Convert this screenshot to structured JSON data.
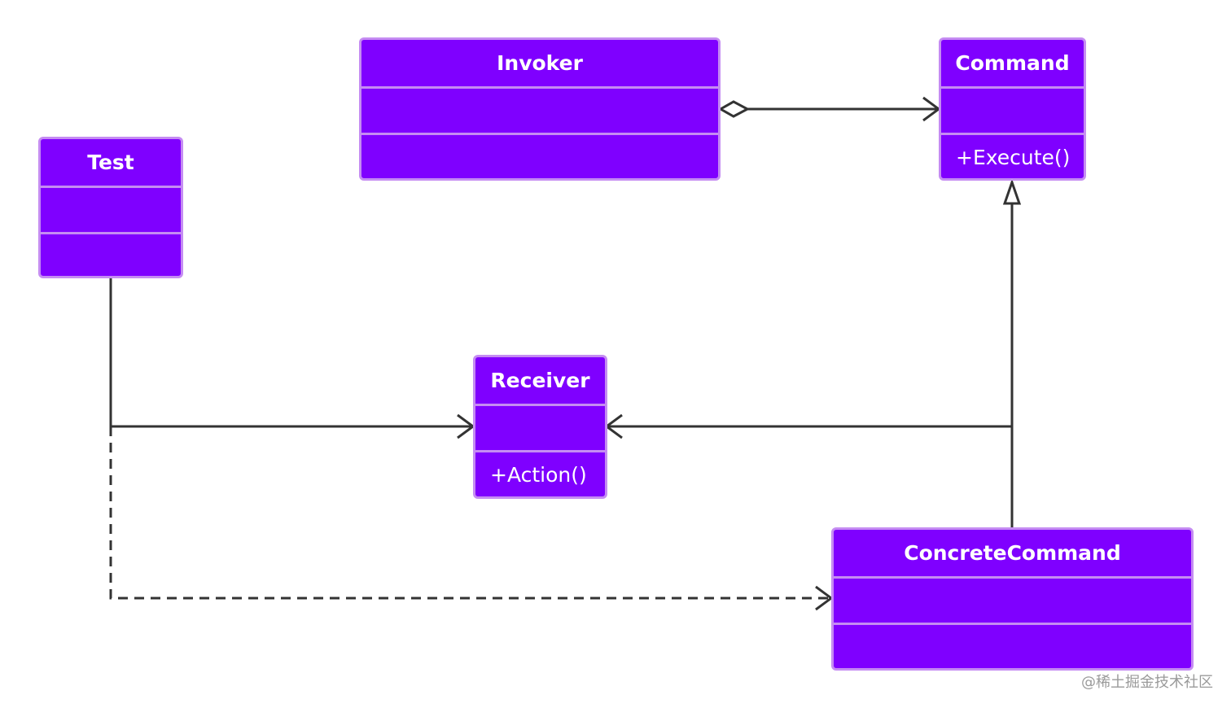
{
  "classes": {
    "invoker": {
      "name": "Invoker",
      "attributes": "",
      "operations": ""
    },
    "command": {
      "name": "Command",
      "attributes": "",
      "operations": "+Execute()"
    },
    "test": {
      "name": "Test",
      "attributes": "",
      "operations": ""
    },
    "receiver": {
      "name": "Receiver",
      "attributes": "",
      "operations": "+Action()"
    },
    "concrete_command": {
      "name": "ConcreteCommand",
      "attributes": "",
      "operations": ""
    }
  },
  "relations": [
    {
      "from": "Invoker",
      "to": "Command",
      "kind": "aggregation"
    },
    {
      "from": "ConcreteCommand",
      "to": "Command",
      "kind": "generalization"
    },
    {
      "from": "ConcreteCommand",
      "to": "Receiver",
      "kind": "association"
    },
    {
      "from": "Test",
      "to": "Receiver",
      "kind": "association"
    },
    {
      "from": "Test",
      "to": "ConcreteCommand",
      "kind": "dependency"
    }
  ],
  "colors": {
    "class_fill": "#7f00ff",
    "class_border": "#c58cf2",
    "class_text": "#ffffff",
    "connector": "#333333",
    "watermark": "#9a9a9a"
  },
  "watermark": "@稀土掘金技术社区"
}
